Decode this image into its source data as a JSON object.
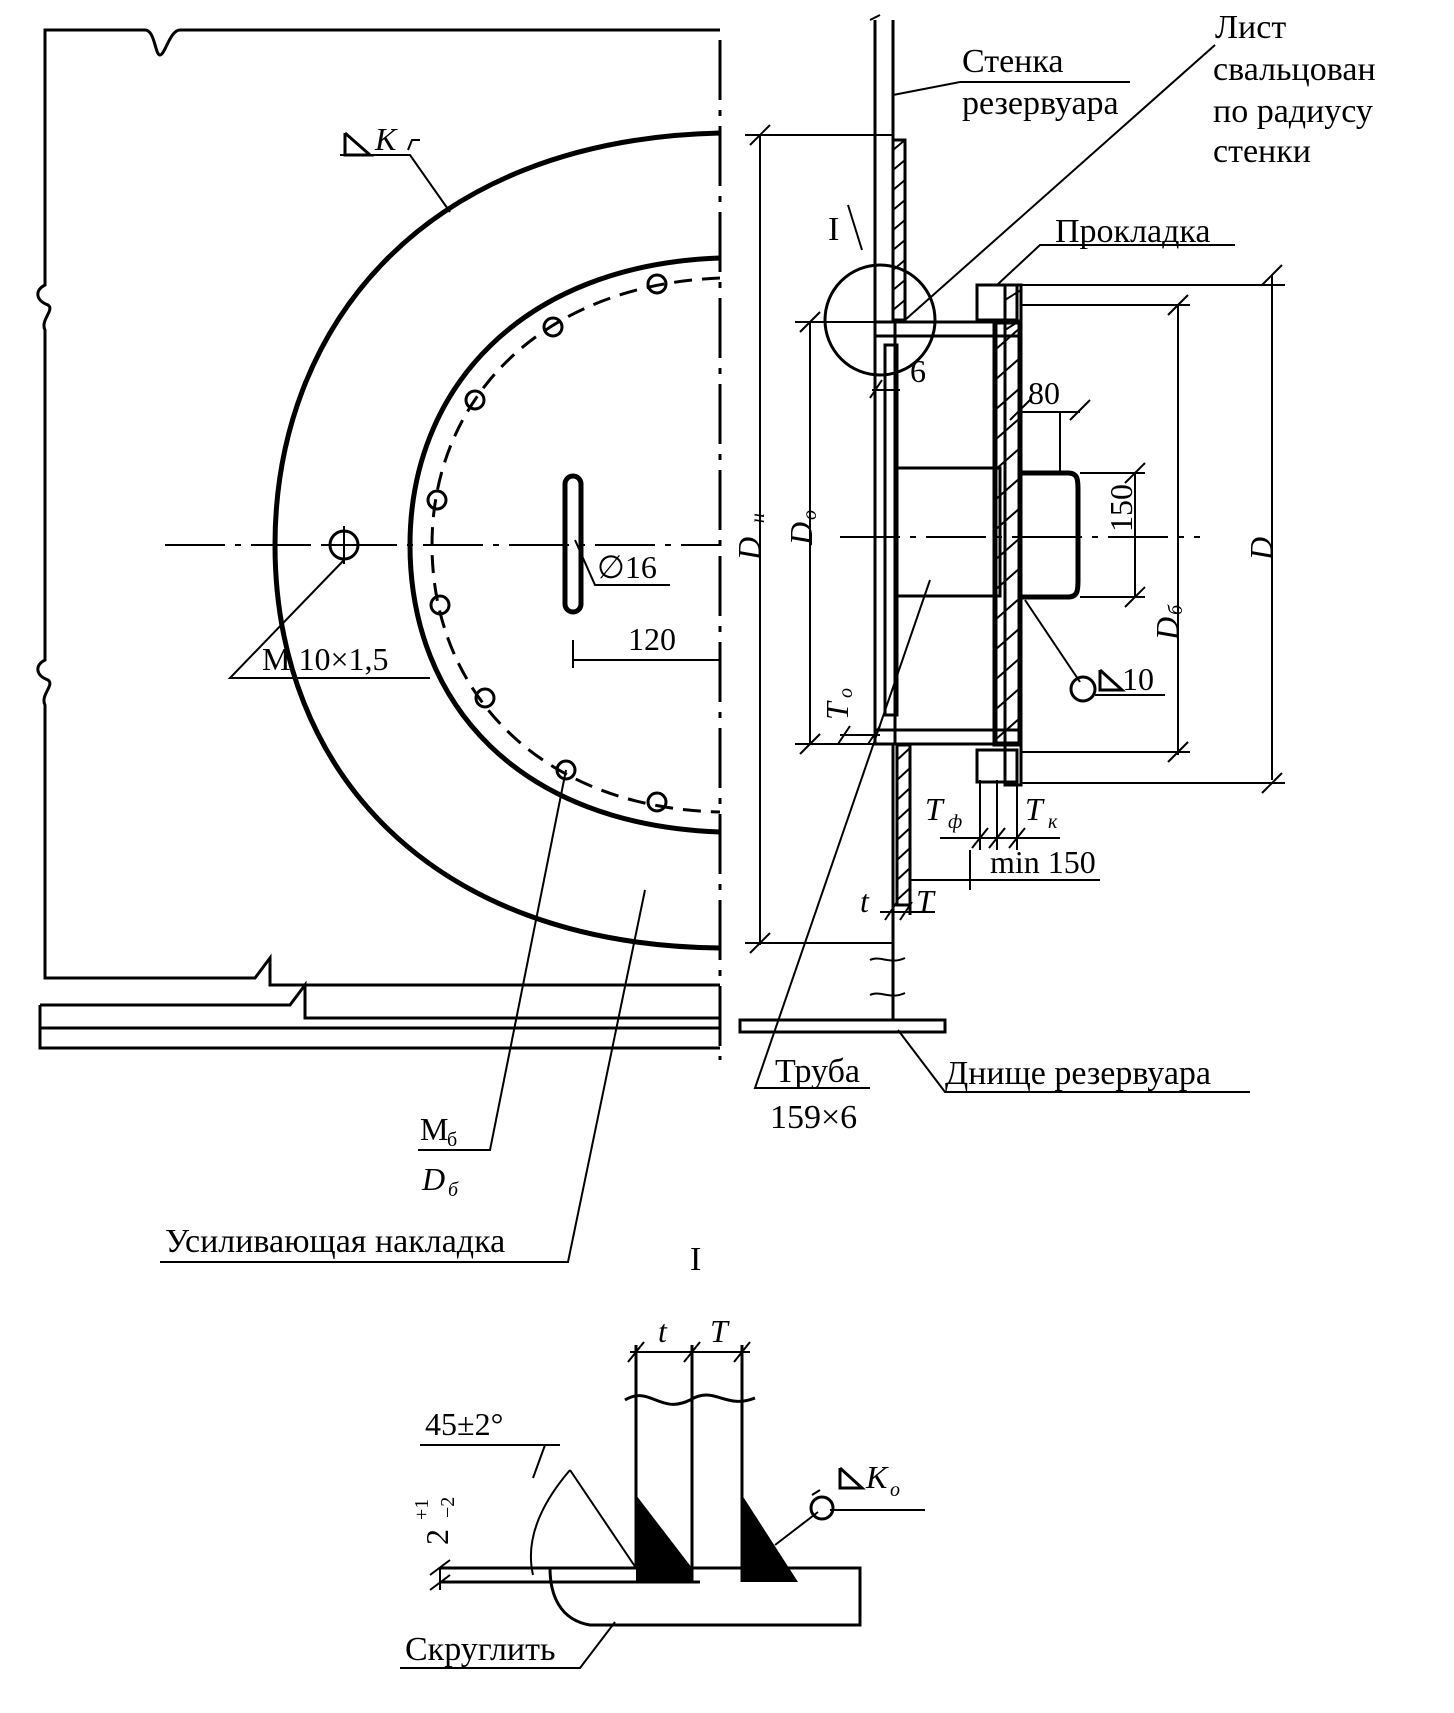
{
  "labels": {
    "stenka_1": "Стенка",
    "stenka_2": "резервуара",
    "list_1": "Лист",
    "list_2": "свальцован",
    "list_3": "по радиусу",
    "list_4": "стенки",
    "prokladka": "Прокладка",
    "truba_1": "Труба",
    "truba_2": "159×6",
    "dnische": "Днище резервуара",
    "nakladka": "Усиливающая накладка",
    "skruglit": "Скруглить",
    "detail_mark": "I",
    "detail_title": "I"
  },
  "dimensions": {
    "weld_K": "K",
    "thread": "М 10×1,5",
    "hole": "∅16",
    "d120": "120",
    "d6": "6",
    "d80": "80",
    "d150": "150",
    "Dn_main": "D",
    "Dn_sub": "н",
    "Do_main": "D",
    "Do_sub": "о",
    "D": "D",
    "Db_main": "D",
    "Db_sub": "б",
    "weld10": "10",
    "To_main": "T",
    "To_sub": "о",
    "Tf_main": "T",
    "Tf_sub": "ф",
    "Tk_main": "T",
    "Tk_sub": "к",
    "min150": "min 150",
    "t": "t",
    "T": "T",
    "Mb_main": "М",
    "Mb_sub": "б",
    "Db2_main": "D",
    "Db2_sub": "б",
    "angle": "45±2°",
    "gap_main": "2",
    "gap_sup": "+1",
    "gap_sub": "−2",
    "Ko_main": "K",
    "Ko_sub": "о"
  }
}
